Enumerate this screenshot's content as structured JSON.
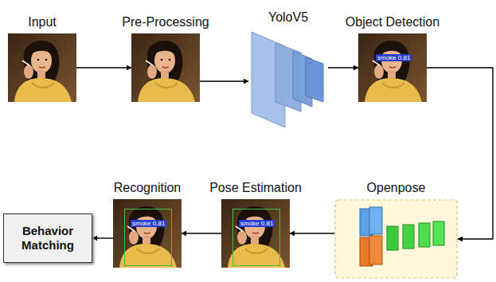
{
  "diagram": {
    "nodes": [
      {
        "text": [
          "Input"
        ]
      },
      {
        "text": [
          "Pre-Processing"
        ]
      },
      {
        "text": [
          "YoloV5"
        ]
      },
      {
        "text": [
          "Object Detection"
        ]
      },
      {
        "text": [
          "Openpose"
        ]
      },
      {
        "text": [
          "Pose Estimation"
        ]
      },
      {
        "text": [
          "Recognition"
        ]
      },
      {
        "text": [
          "Behavior Matching"
        ]
      }
    ],
    "edges": [
      {
        "from": 0,
        "to": 1,
        "arrow": "to"
      },
      {
        "from": 1,
        "to": 2,
        "arrow": "to"
      },
      {
        "from": 2,
        "to": 3,
        "arrow": "to"
      },
      {
        "from": 3,
        "to": 4,
        "arrow": "to"
      },
      {
        "from": 4,
        "to": 5,
        "arrow": "to"
      },
      {
        "from": 5,
        "to": 6,
        "arrow": "to"
      },
      {
        "from": 6,
        "to": 7,
        "arrow": "to"
      }
    ],
    "labels": [
      "smoke 0.81",
      "smoke 0.81",
      "smoke 0.81"
    ]
  }
}
